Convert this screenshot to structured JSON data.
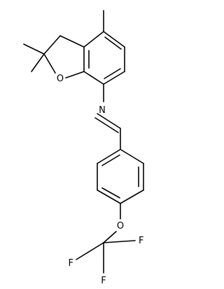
{
  "diagram": {
    "type": "chemical-structure",
    "atom_labels": {
      "ring_oxygen": "O",
      "imine_nitrogen": "N",
      "ether_oxygen": "O",
      "fluorine_1": "F",
      "fluorine_2": "F",
      "fluorine_3": "F"
    },
    "colors": {
      "bond": "#000000",
      "label": "#000000",
      "background": "#ffffff"
    }
  }
}
